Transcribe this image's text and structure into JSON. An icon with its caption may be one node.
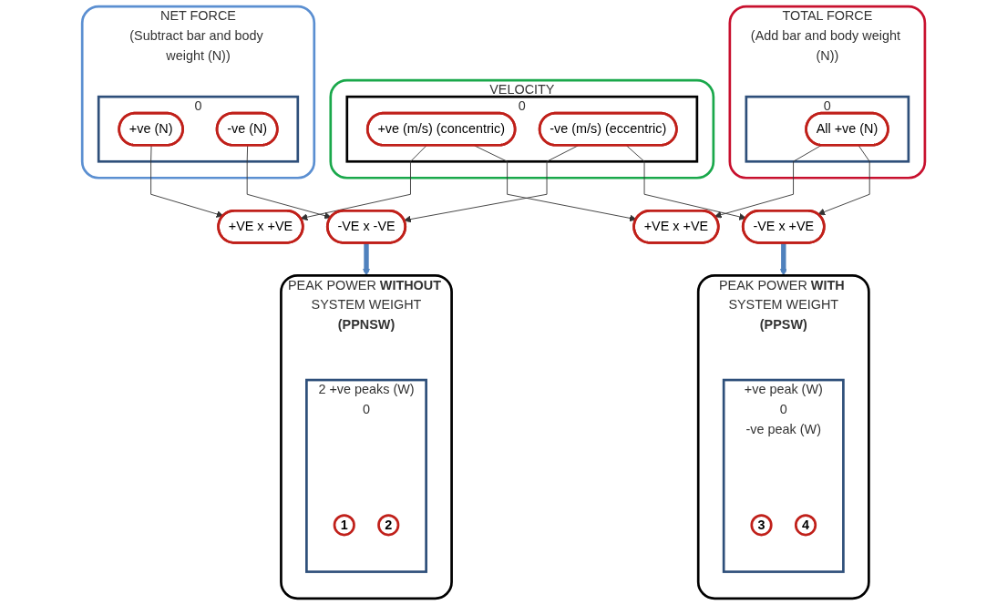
{
  "diagram": {
    "nodes": [
      {
        "text": [
          "NET FORCE",
          "(Subtract bar and body weight (N))"
        ]
      },
      {
        "text": [
          "0"
        ],
        "in": 0
      },
      {
        "text": [
          "+ve (N)"
        ],
        "in": 1
      },
      {
        "text": [
          "-ve (N)"
        ],
        "in": 1
      },
      {
        "text": [
          "VELOCITY"
        ]
      },
      {
        "text": [
          "0"
        ],
        "in": 4
      },
      {
        "text": [
          "+ve (m/s) (concentric)"
        ],
        "in": 5
      },
      {
        "text": [
          "-ve (m/s) (eccentric)"
        ],
        "in": 5
      },
      {
        "text": [
          "TOTAL FORCE",
          "(Add bar and body weight (N))"
        ]
      },
      {
        "text": [
          "0"
        ],
        "in": 8
      },
      {
        "text": [
          "All +ve (N)"
        ],
        "in": 9
      },
      {
        "text": [
          "+VE x +VE"
        ]
      },
      {
        "text": [
          "-VE x -VE"
        ]
      },
      {
        "text": [
          "+VE x +VE"
        ]
      },
      {
        "text": [
          "-VE x +VE"
        ]
      },
      {
        "text": [
          "PEAK POWER **WITHOUT** SYSTEM WEIGHT",
          "**(PPNSW)**"
        ]
      },
      {
        "text": [
          "2 +ve peaks (W)",
          "0"
        ],
        "in": 15
      },
      {
        "text": [
          "1"
        ],
        "in": 16
      },
      {
        "text": [
          "2"
        ],
        "in": 16
      },
      {
        "text": [
          "PEAK POWER **WITH** SYSTEM WEIGHT",
          "**(PPSW)**"
        ]
      },
      {
        "text": [
          "+ve peak (W)",
          "0",
          "-ve peak (W)"
        ],
        "in": 19
      },
      {
        "text": [
          "3"
        ],
        "in": 20
      },
      {
        "text": [
          "4"
        ],
        "in": 20
      }
    ],
    "edges": [
      {
        "from": 2,
        "to": 11,
        "arrow": "to"
      },
      {
        "from": 6,
        "to": 11,
        "arrow": "to"
      },
      {
        "from": 3,
        "to": 12,
        "arrow": "to"
      },
      {
        "from": 7,
        "to": 12,
        "arrow": "to"
      },
      {
        "from": 6,
        "to": 13,
        "arrow": "to"
      },
      {
        "from": 10,
        "to": 13,
        "arrow": "to"
      },
      {
        "from": 7,
        "to": 14,
        "arrow": "to"
      },
      {
        "from": 10,
        "to": 14,
        "arrow": "to"
      },
      {
        "from": 12,
        "to": 15,
        "arrow": "to",
        "style": "thick",
        "color": "#4f81bd"
      },
      {
        "from": 14,
        "to": 19,
        "arrow": "to",
        "style": "thick",
        "color": "#4f81bd"
      }
    ]
  }
}
